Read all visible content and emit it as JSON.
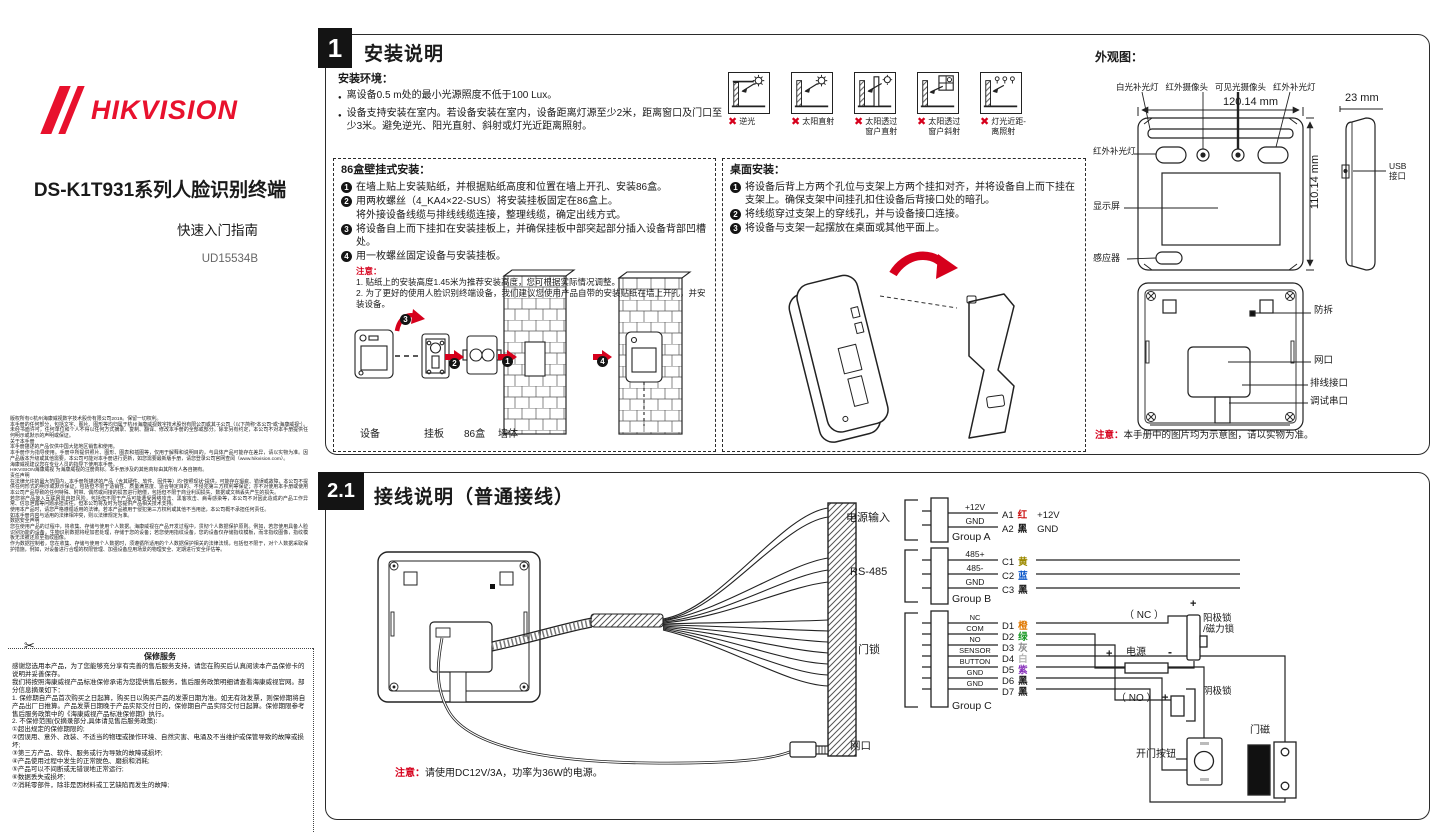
{
  "glyphs": {
    "x_mark": "✖",
    "scissors": "✂"
  },
  "cover": {
    "brand": "HIKVISION",
    "title": "DS-K1T931系列人脸识别终端",
    "subtitle": "快速入门指南",
    "doc_code": "UD15534B"
  },
  "legal_text": "版权所有©杭州海康威视数字技术股份有限公司2019。保留一切权利。\n本手册的任何部分，包括文字、图片、图形等均归属于杭州海康威视数字技术股份有限公司或其子公司（以下简称“本公司”或“海康威视”）。未经书面许可，任何单位和个人不得以任何方式摘录、复制、翻译、修改本手册的全部或部分。除非另有约定，本公司不对本手册提供任何明示或默示的声明或保证。\n关于本手册\n本手册描述的产品仅供中国大陆地区销售和使用。\n本手册作为指导使用。手册中所提供照片、图形、图表和插图等，仅用于解释和说明目的，与具体产品可能存在差异，请以实物为准。因产品版本升级或其他需要，本公司可能对本手册进行更新，如您需要最新版手册，请您登录公司官网查阅（www.hikvision.com）。\n海康威视建议您在专业人员的指导下使用本手册。\nHIKVISION海康威视 为海康威视的注册商标。本手册涉及的其他商标由其所有人各自拥有。\n责任声明\n在法律允许的最大范围内，本手册所描述的产品（含其硬件、软件、固件等）均“按照现状”提供，可能存在瑕疵、错误或故障，本公司不提供任何形式的明示或默示保证，包括但不限于适销性、质量满意度、适合特定目的、不侵犯第三方权利等保证；亦不对使用本手册或使用本公司产品导致的任何特殊、附带、偶然或间接的损害进行赔偿，包括但不限于商业利润损失、数据或文档丢失产生的损失。\n若您将产品接入互联网需自担风险，包括但不限于产品可能遭受网络攻击、黑客攻击、病毒感染等，本公司不对因此造成的产品工作异常、信息泄露等问题承担责任，但本公司将及时为您提供产品相关技术支持。\n使用本产品时，请您严格遵循适用的法律。若本产品被用于侵犯第三方权利或其他不当用途，本公司概不承担任何责任。\n如本手册内容与适用的法律相冲突，则以法律规定为准。\n数据安全声明\n您在使用产品的过程中，将收集、存储与使用个人数据。海康威视在产品开发过程中，贯彻个人数据保护原则。例如，若您使用具备人脸识别功能的设备，生物识别数据将经加密处理，存储于您的设备；若您使用指纹设备，您的设备仅存储指纹模板，而非指纹图像，指纹模板无法被还原至指纹图像。\n作为数据控制者，您在收集、存储与使用个人数据时，须遵循所适用的个人数据保护相关的法律法规，包括但不限于，对个人数据采取保护措施，例如，对设备进行合理的权限管理、加强设备应用场景的物理安全、定期进行安全评估等。",
  "warranty": {
    "title": "保修服务",
    "body": "感谢您选用本产品，为了您能够充分享有完善的售后服务支持，请您在购买后认真阅读本产品保修卡的说明并妥善保存。\n我们将按照海康威视产品标准保修承诺为您提供售后服务，售后服务政策明细请查看海康威视官网。部分信息摘录如下：\n1. 保修期自产品首次购买之日起算，购买日以购买产品的发票日期为准。如无有效发票，则保修期将自产品出厂日推算。产品发票日期晚于产品实际交付日的，保修期自产品实际交付日起算。保修期限参考售后服务政策中的《海康威视产品标准保修期》执行。\n2. 不保修范围(仅摘录部分,具体请见售后服务政策):\n①超出规定的保修期限的;\n②因误用、意外、改装、不适当的物理或操作环境、自然灾害、电涌及不当维护或保管导致的故障或损坏;\n③第三方产品、软件、服务或行为导致的故障或损坏;\n④产品使用过程中发生的正常脱色、磨损和消耗;\n⑤产品可以不间断或无错误地正常运行;\n⑥数据丢失或损坏;\n⑦消耗零部件，除非是因材料或工艺缺陷而发生的故障;"
  },
  "section1": {
    "number": "1",
    "title": "安装说明",
    "env": {
      "title": "安装环境：",
      "bullets": [
        "离设备0.5 m处的最小光源照度不低于100 Lux。",
        "设备支持安装在室内。若设备安装在室内，设备距离灯源至少2米，距离窗口及门口至少3米。避免逆光、阳光直射、斜射或灯光近距离照射。"
      ]
    },
    "prohibited": [
      {
        "label": "逆光"
      },
      {
        "label": "太阳直射"
      },
      {
        "label": "太阳透过\n窗户直射"
      },
      {
        "label": "太阳透过\n窗户斜射"
      },
      {
        "label": "灯光近距-\n离照射"
      }
    ],
    "wall_mount": {
      "title": "86盒壁挂式安装：",
      "steps": [
        {
          "num": "1",
          "text": "在墙上贴上安装贴纸，并根据贴纸高度和位置在墙上开孔、安装86盒。"
        },
        {
          "num": "2",
          "text": "用两枚螺丝（4_KA4×22-SUS）将安装挂板固定在86盒上。"
        },
        {
          "num": "",
          "text": "将外接设备线缆与排线线缆连接，整理线缆，确定出线方式。"
        },
        {
          "num": "3",
          "text": "将设备自上而下挂扣在安装挂板上，并确保挂板中部突起部分插入设备背部凹槽处。"
        },
        {
          "num": "4",
          "text": "用一枚螺丝固定设备与安装挂板。"
        }
      ],
      "note_title": "注意：",
      "notes": [
        "1. 贴纸上的安装高度1.45米为推荐安装高度，您可根据实际情况调整。",
        "2. 为了更好的使用人脸识别终端设备，我们建议您使用产品自带的安装贴纸在墙上开孔，并安装设备。"
      ],
      "markers": [
        "1",
        "2",
        "3",
        "4"
      ],
      "parts": [
        "设备",
        "挂板",
        "86盒",
        "墙体"
      ]
    },
    "desktop": {
      "title": "桌面安装：",
      "steps": [
        {
          "num": "1",
          "text": "将设备后背上方两个孔位与支架上方两个挂扣对齐，并将设备自上而下挂在支架上。确保支架中间挂孔扣住设备后背接口处的暗孔。"
        },
        {
          "num": "2",
          "text": "将线缆穿过支架上的穿线孔，并与设备接口连接。"
        },
        {
          "num": "3",
          "text": "将设备与支架一起摆放在桌面或其他平面上。"
        }
      ]
    }
  },
  "appearance": {
    "title": "外观图：",
    "top_labels": [
      "白光补光灯",
      "红外摄像头",
      "可见光摄像头",
      "红外补光灯"
    ],
    "left_labels": [
      "红外补光灯",
      "显示屏",
      "感应器"
    ],
    "back_labels": [
      "防拆",
      "网口",
      "排线接口",
      "调试串口"
    ],
    "usb_label": "USB\n接口",
    "dims": {
      "width": "120.14 mm",
      "height": "110.14 mm",
      "depth": "23 mm"
    },
    "note_title": "注意：",
    "note": "本手册中的图片均为示意图，请以实物为准。"
  },
  "section2": {
    "number": "2.1",
    "title": "接线说明（普通接线）",
    "cable_labels": [
      "电源输入",
      "RS-485",
      "门锁"
    ],
    "lan_label": "网口",
    "groups": [
      {
        "name": "Group A",
        "rows": [
          {
            "pin": "+12V",
            "id": "A1",
            "color": "红",
            "color_hex": "#cc1111",
            "desc": "+12V"
          },
          {
            "pin": "GND",
            "id": "A2",
            "color": "黑",
            "color_hex": "#111111",
            "desc": "GND"
          }
        ]
      },
      {
        "name": "Group B",
        "rows": [
          {
            "pin": "485+",
            "id": "C1",
            "color": "黄",
            "color_hex": "#9d8a00",
            "desc": ""
          },
          {
            "pin": "485-",
            "id": "C2",
            "color": "蓝",
            "color_hex": "#0a56c8",
            "desc": ""
          },
          {
            "pin": "GND",
            "id": "C3",
            "color": "黑",
            "color_hex": "#111111",
            "desc": ""
          }
        ]
      },
      {
        "name": "Group C",
        "rows": [
          {
            "pin": "NC",
            "id": "D1",
            "color": "橙",
            "color_hex": "#e07800",
            "desc": ""
          },
          {
            "pin": "COM",
            "id": "D2",
            "color": "绿",
            "color_hex": "#1d9a28",
            "desc": ""
          },
          {
            "pin": "NO",
            "id": "D3",
            "color": "灰",
            "color_hex": "#8b8b8b",
            "desc": ""
          },
          {
            "pin": "SENSOR",
            "id": "D4",
            "color": "白",
            "color_hex": "#b3b3b3",
            "desc": ""
          },
          {
            "pin": "BUTTON",
            "id": "D5",
            "color": "紫",
            "color_hex": "#8a35bb",
            "desc": ""
          },
          {
            "pin": "GND",
            "id": "D6",
            "color": "黑",
            "color_hex": "#111111",
            "desc": ""
          },
          {
            "pin": "GND",
            "id": "D7",
            "color": "黑",
            "color_hex": "#111111",
            "desc": ""
          }
        ]
      }
    ],
    "right": {
      "nc": "（ NC ）",
      "no": "（ NO ）",
      "plus": "+",
      "minus": "-",
      "power": "电源",
      "anode_lock": "阳极锁\n/磁力锁",
      "cathode_lock": "阴极锁",
      "open_button": "开门按钮",
      "door_magnet": "门磁"
    },
    "note_title": "注意：",
    "note": "请使用DC12V/3A，功率为36W的电源。"
  }
}
